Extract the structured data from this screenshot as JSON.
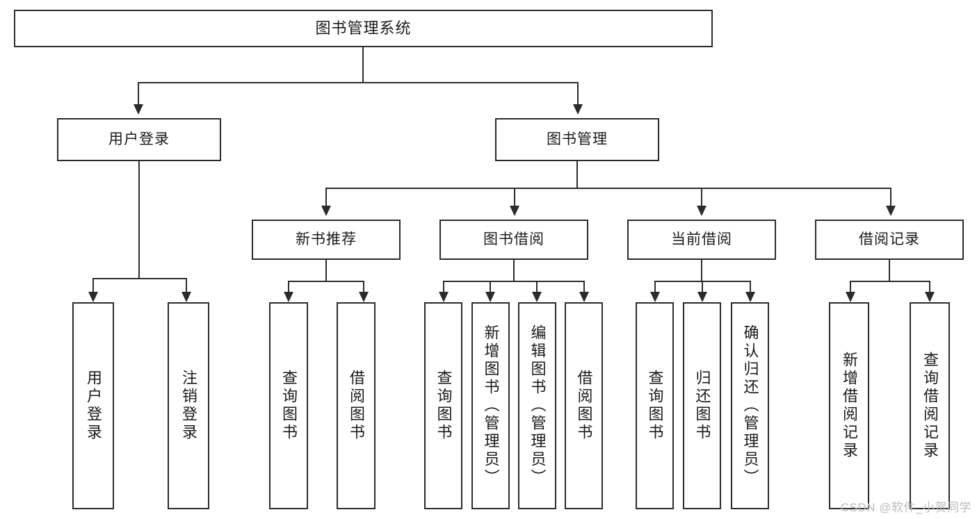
{
  "diagram": {
    "type": "tree-hierarchy-chart",
    "title": "图书管理系统",
    "watermark": "CSDN @软件_小贺同学",
    "colors": {
      "box_border": "#2b2b2b",
      "box_fill": "#ffffff",
      "connector": "#2b2b2b",
      "text": "#1a1a1a",
      "watermark": "#bcbcbc"
    },
    "levels": {
      "root": {
        "label": "图书管理系统"
      },
      "level2": [
        {
          "label": "用户登录"
        },
        {
          "label": "图书管理"
        }
      ],
      "level3": [
        {
          "label": "新书推荐"
        },
        {
          "label": "图书借阅"
        },
        {
          "label": "当前借阅"
        },
        {
          "label": "借阅记录"
        }
      ],
      "leaves": {
        "user_login": [
          {
            "label": "用户登录"
          },
          {
            "label": "注销登录"
          }
        ],
        "new_book_recommend": [
          {
            "label": "查询图书"
          },
          {
            "label": "借阅图书"
          }
        ],
        "book_borrow": [
          {
            "label": "查询图书"
          },
          {
            "label": "新增图书（管理员）"
          },
          {
            "label": "编辑图书（管理员）"
          },
          {
            "label": "借阅图书"
          }
        ],
        "current_borrow": [
          {
            "label": "查询图书"
          },
          {
            "label": "归还图书"
          },
          {
            "label": "确认归还（管理员）"
          }
        ],
        "borrow_record": [
          {
            "label": "新增借阅记录"
          },
          {
            "label": "查询借阅记录"
          }
        ]
      }
    }
  }
}
